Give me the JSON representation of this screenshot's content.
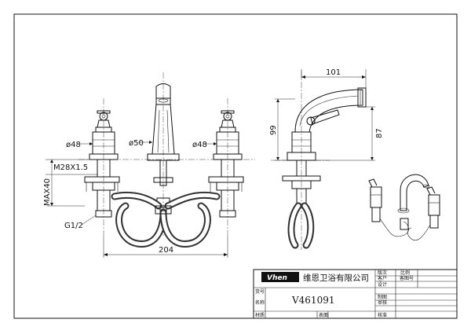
{
  "dimensions": {
    "d48_left": "ø48",
    "d50": "ø50",
    "d48_right": "ø48",
    "thread": "M28X1.5",
    "max40": "MAX40",
    "g12": "G1/2",
    "width204": "204",
    "side101": "101",
    "side99": "99",
    "side87": "87"
  },
  "title_block": {
    "logo": "Vhen",
    "company": "维恩卫浴有限公司",
    "model_no": "V461091",
    "labels": {
      "version": "版次",
      "scale": "比例",
      "customer": "客户",
      "customer_no": "客图号",
      "item_no": "货号",
      "design": "设计",
      "name": "名称",
      "drawing": "制图",
      "review": "审核",
      "material": "材质",
      "surface": "表面",
      "approve": "核准"
    }
  },
  "colors": {
    "line": "#111111",
    "logo_bg": "#111111",
    "logo_text": "#ffffff",
    "background": "#ffffff"
  }
}
